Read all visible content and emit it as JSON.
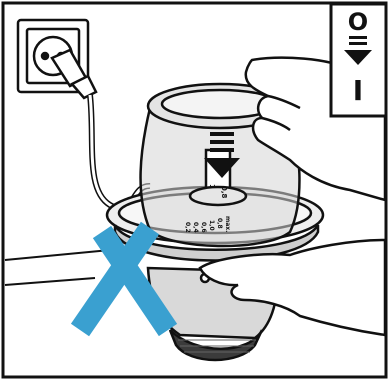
{
  "illustration": {
    "subject": "blender-jar-placement-warning",
    "icons": [
      "wall-socket-icon",
      "plug-icon",
      "power-symbol-icon",
      "prohibition-cross-icon",
      "hand-icon",
      "arrow-down-icon"
    ]
  },
  "jar_markings": {
    "lid_numbers": [
      "0,8",
      "1"
    ],
    "side_labels": [
      "max.",
      "0,8",
      "1,0",
      "0,6",
      "0,4",
      "0,2"
    ]
  },
  "power_symbol": {
    "top": "O",
    "bottom": "I"
  },
  "colors": {
    "prohibition": "#3aa0d0",
    "outline": "#111111",
    "background": "#ffffff"
  }
}
